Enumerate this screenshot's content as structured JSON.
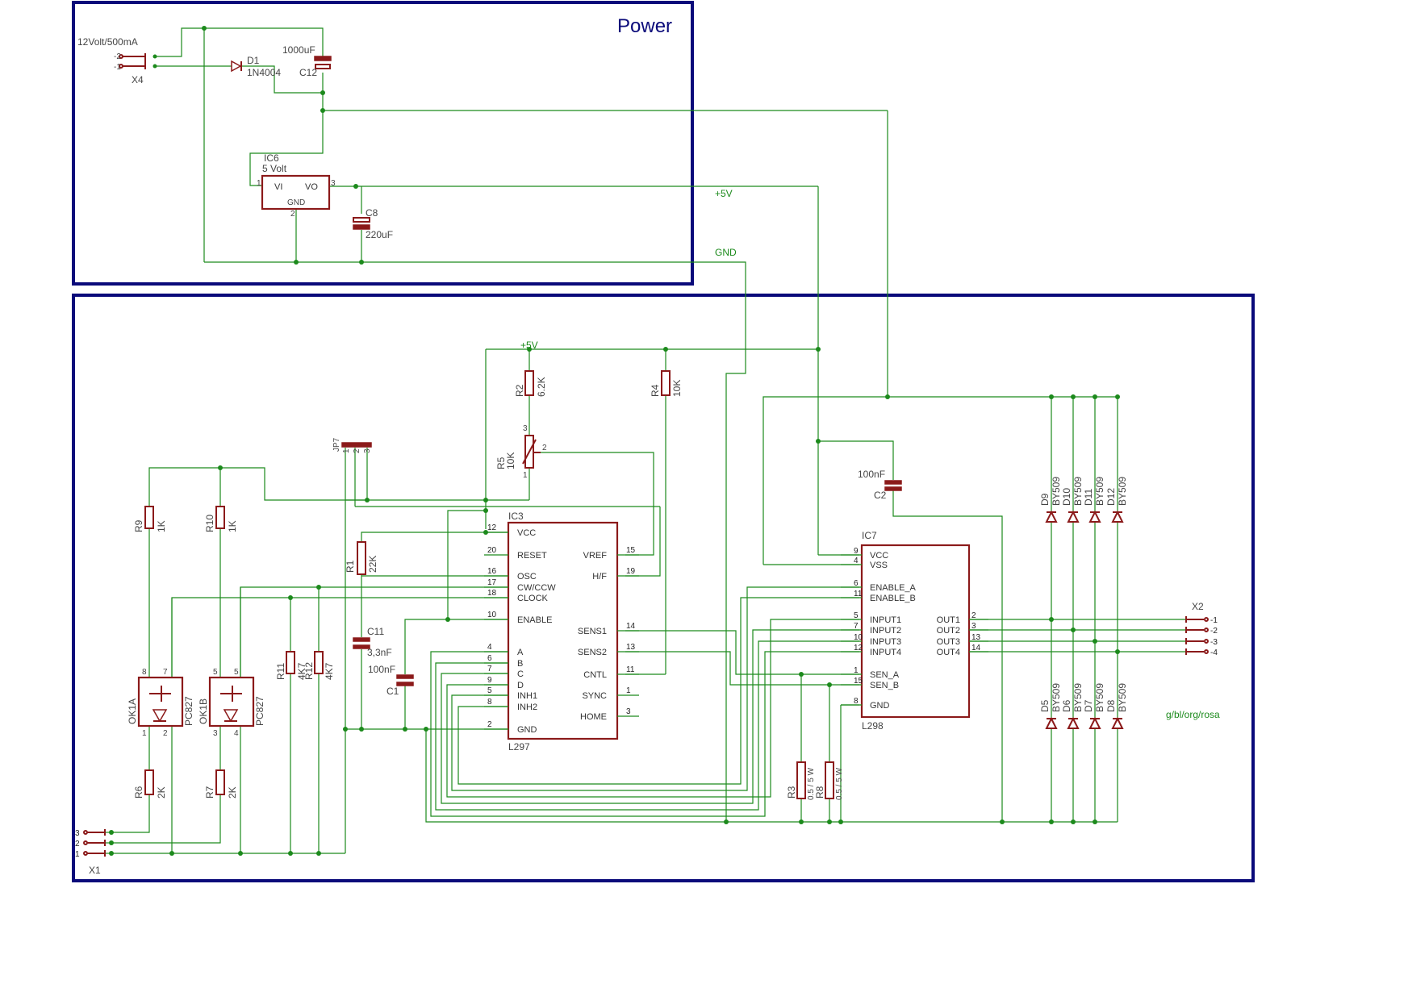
{
  "power_section": {
    "title": "Power"
  },
  "power_input": {
    "rating": "12Volt/500mA",
    "ref": "X4",
    "pins": [
      "-2",
      "-1"
    ]
  },
  "diode_d1": {
    "ref": "D1",
    "value": "1N4004"
  },
  "cap_c12": {
    "ref": "C12",
    "value": "1000uF"
  },
  "regulator": {
    "ref": "IC6",
    "value": "5 Volt",
    "pin_vi": "VI",
    "pin_vo": "VO",
    "pin_gnd": "GND",
    "n1": "1",
    "n2": "2",
    "n3": "3"
  },
  "cap_c8": {
    "ref": "C8",
    "value": "220uF"
  },
  "nets": {
    "vcc": "+5V",
    "gnd": "GND",
    "vcc_lower": "+5V"
  },
  "jp7": {
    "ref": "JP7",
    "pins": [
      "1",
      "2",
      "3"
    ]
  },
  "r2": {
    "ref": "R2",
    "value": "6.2K"
  },
  "r4": {
    "ref": "R4",
    "value": "10K"
  },
  "r5": {
    "ref": "R5",
    "value": "10K",
    "pins": [
      "3",
      "2",
      "1"
    ]
  },
  "r1": {
    "ref": "R1",
    "value": "22K"
  },
  "r9": {
    "ref": "R9",
    "value": "1K"
  },
  "r10": {
    "ref": "R10",
    "value": "1K"
  },
  "r11": {
    "ref": "R11",
    "value": "4K7"
  },
  "r12": {
    "ref": "R12",
    "value": "4K7"
  },
  "r6": {
    "ref": "R6",
    "value": "2K"
  },
  "r7": {
    "ref": "R7",
    "value": "2K"
  },
  "r3": {
    "ref": "R3",
    "value": "0.5 / 5 W"
  },
  "r8": {
    "ref": "R8",
    "value": "0.5 / 5 W"
  },
  "c11": {
    "ref": "C11",
    "value": "3,3nF"
  },
  "c1": {
    "ref": "C1",
    "value": "100nF"
  },
  "c2": {
    "ref": "C2",
    "value": "100nF"
  },
  "ok1a": {
    "ref": "OK1A",
    "value": "PC827",
    "pins": [
      "8",
      "7",
      "1",
      "2"
    ]
  },
  "ok1b": {
    "ref": "OK1B",
    "value": "PC827",
    "pins": [
      "5",
      "5",
      "3",
      "4"
    ]
  },
  "ic3": {
    "ref": "IC3",
    "value": "L297",
    "left_pins": [
      {
        "num": "12",
        "name": "VCC"
      },
      {
        "num": "20",
        "name": "RESET"
      },
      {
        "num": "16",
        "name": "OSC"
      },
      {
        "num": "17",
        "name": "CW/CCW"
      },
      {
        "num": "18",
        "name": "CLOCK"
      },
      {
        "num": "10",
        "name": "ENABLE"
      },
      {
        "num": "4",
        "name": "A"
      },
      {
        "num": "6",
        "name": "B"
      },
      {
        "num": "7",
        "name": "C"
      },
      {
        "num": "9",
        "name": "D"
      },
      {
        "num": "5",
        "name": "INH1"
      },
      {
        "num": "8",
        "name": "INH2"
      },
      {
        "num": "2",
        "name": "GND"
      }
    ],
    "right_pins": [
      {
        "num": "15",
        "name": "VREF"
      },
      {
        "num": "19",
        "name": "H/F"
      },
      {
        "num": "14",
        "name": "SENS1"
      },
      {
        "num": "13",
        "name": "SENS2"
      },
      {
        "num": "11",
        "name": "CNTL"
      },
      {
        "num": "1",
        "name": "SYNC"
      },
      {
        "num": "3",
        "name": "HOME"
      }
    ]
  },
  "ic7": {
    "ref": "IC7",
    "value": "L298",
    "left_pins": [
      {
        "num": "9",
        "name": "VCC"
      },
      {
        "num": "4",
        "name": "VSS"
      },
      {
        "num": "6",
        "name": "ENABLE_A"
      },
      {
        "num": "11",
        "name": "ENABLE_B"
      },
      {
        "num": "5",
        "name": "INPUT1"
      },
      {
        "num": "7",
        "name": "INPUT2"
      },
      {
        "num": "10",
        "name": "INPUT3"
      },
      {
        "num": "12",
        "name": "INPUT4"
      },
      {
        "num": "1",
        "name": "SEN_A"
      },
      {
        "num": "15",
        "name": "SEN_B"
      },
      {
        "num": "8",
        "name": "GND"
      }
    ],
    "right_pins": [
      {
        "num": "2",
        "name": "OUT1"
      },
      {
        "num": "3",
        "name": "OUT2"
      },
      {
        "num": "13",
        "name": "OUT3"
      },
      {
        "num": "14",
        "name": "OUT4"
      }
    ]
  },
  "diodes_top": [
    {
      "ref": "D9",
      "value": "BY509"
    },
    {
      "ref": "D10",
      "value": "BY509"
    },
    {
      "ref": "D11",
      "value": "BY509"
    },
    {
      "ref": "D12",
      "value": "BY509"
    }
  ],
  "diodes_bottom": [
    {
      "ref": "D5",
      "value": "BY509"
    },
    {
      "ref": "D6",
      "value": "BY509"
    },
    {
      "ref": "D7",
      "value": "BY509"
    },
    {
      "ref": "D8",
      "value": "BY509"
    }
  ],
  "x2": {
    "ref": "X2",
    "pins": [
      "-1",
      "-2",
      "-3",
      "-4"
    ]
  },
  "x1": {
    "ref": "X1",
    "pins": [
      "3",
      "2",
      "1"
    ]
  },
  "credit": "g/bl/org/rosa",
  "colors": {
    "wire": "#1c8a1c",
    "symbol": "#8b1a1a",
    "frame": "#0a0a7a"
  }
}
